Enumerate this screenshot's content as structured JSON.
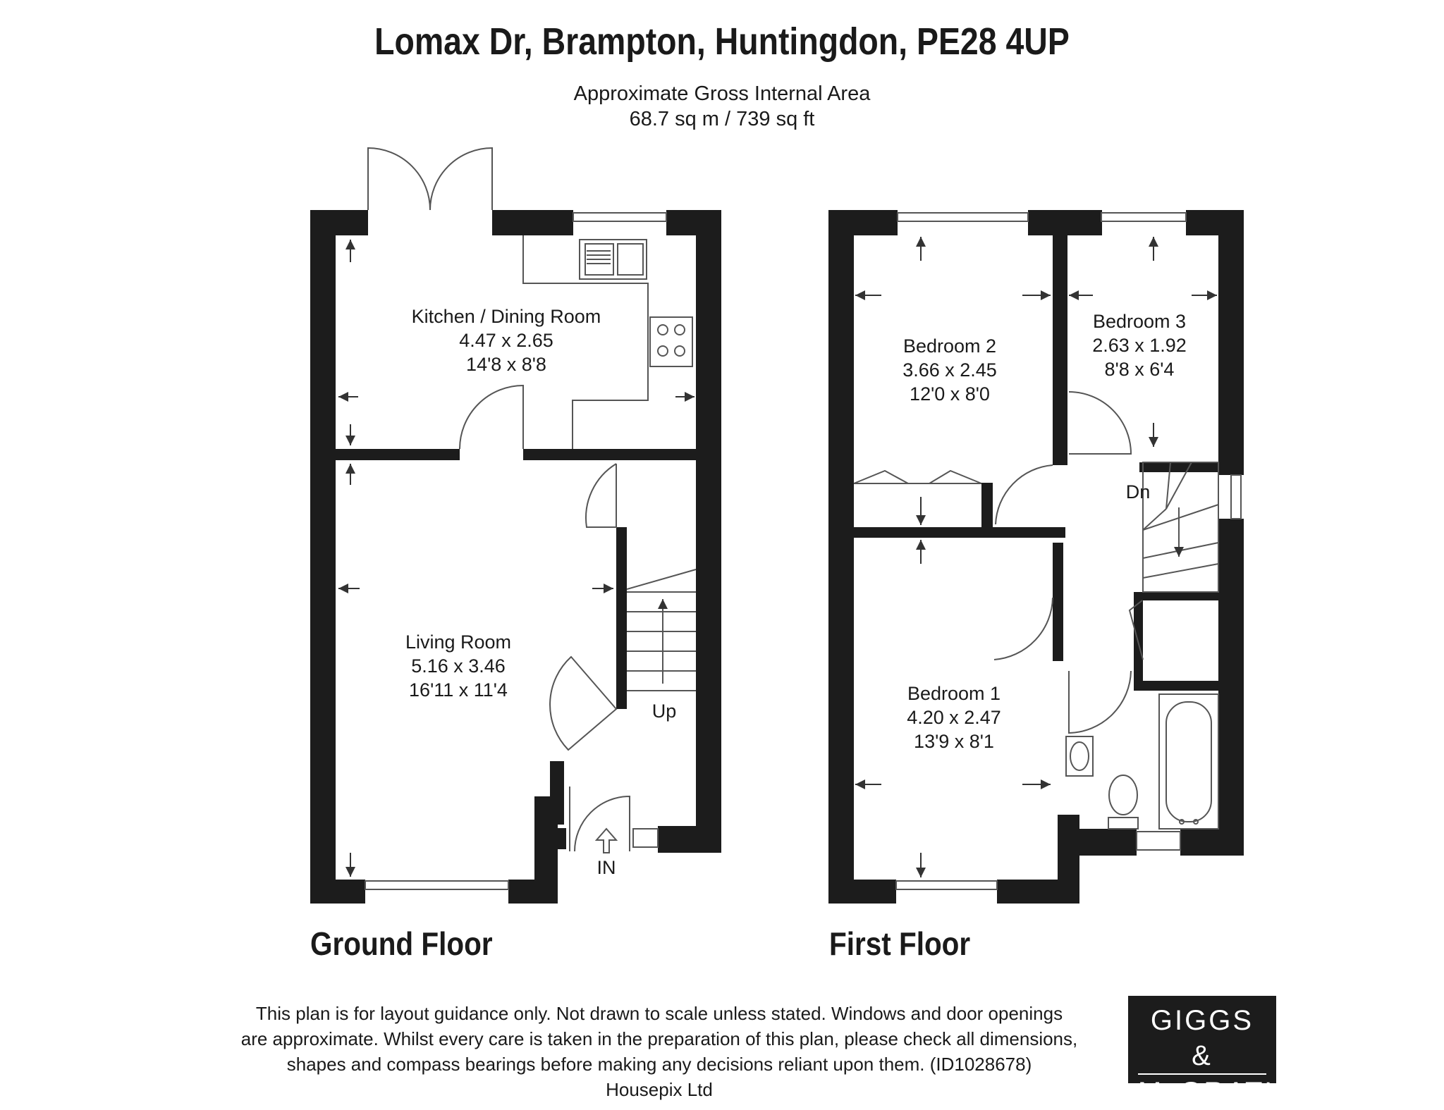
{
  "header": {
    "title": "Lomax Dr, Brampton, Huntingdon, PE28 4UP",
    "area_label": "Approximate Gross Internal Area",
    "area_value": "68.7 sq m / 739 sq ft"
  },
  "floors": {
    "ground": {
      "label": "Ground Floor",
      "rooms": {
        "kitchen": {
          "name": "Kitchen / Dining Room",
          "metric": "4.47 x 2.65",
          "imperial": "14'8 x 8'8"
        },
        "living": {
          "name": "Living Room",
          "metric": "5.16 x 3.46",
          "imperial": "16'11 x 11'4"
        }
      },
      "stairs_label": "Up",
      "entrance_label": "IN"
    },
    "first": {
      "label": "First Floor",
      "rooms": {
        "bedroom2": {
          "name": "Bedroom 2",
          "metric": "3.66 x 2.45",
          "imperial": "12'0 x 8'0"
        },
        "bedroom3": {
          "name": "Bedroom 3",
          "metric": "2.63 x 1.92",
          "imperial": "8'8 x 6'4"
        },
        "bedroom1": {
          "name": "Bedroom 1",
          "metric": "4.20 x 2.47",
          "imperial": "13'9 x 8'1"
        }
      },
      "stairs_label": "Dn"
    }
  },
  "disclaimer": {
    "line1": "This plan is for layout guidance only. Not drawn to scale unless stated. Windows and door openings",
    "line2": "are approximate. Whilst every care is taken in the preparation of this plan, please check all dimensions,",
    "line3": "shapes and compass bearings before making any decisions reliant upon them. (ID1028678)",
    "line4": "Housepix Ltd"
  },
  "logo": {
    "line1": "GIGGS &",
    "line2": "McGRATH"
  },
  "colors": {
    "wall": "#1c1c1c",
    "line": "#555555",
    "background": "#ffffff"
  }
}
